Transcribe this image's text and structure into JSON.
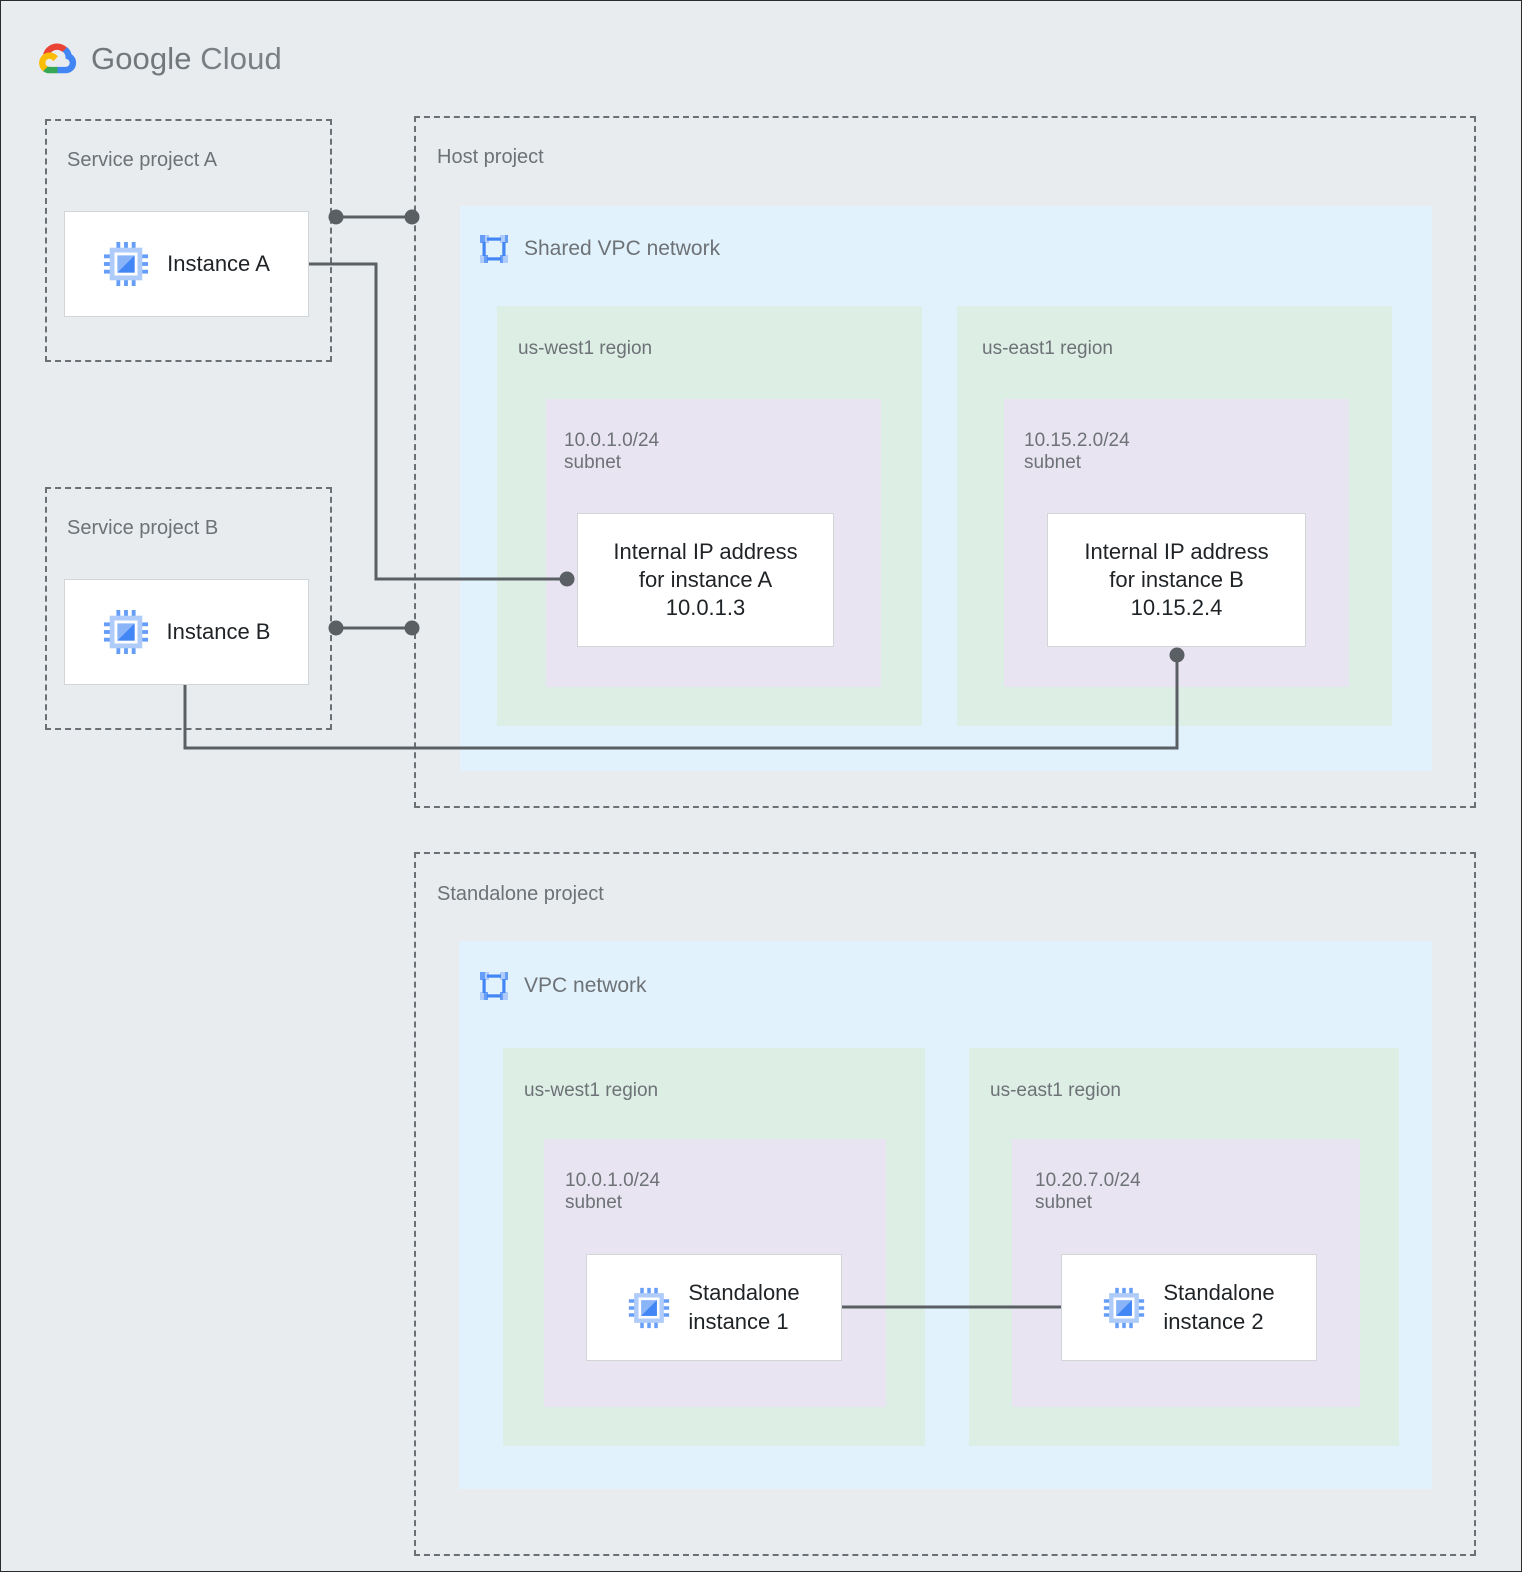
{
  "brand": {
    "name_bold": "Google",
    "name_light": "Cloud",
    "logo_icon": "google-cloud-logo",
    "colors": {
      "red": "#EA4335",
      "blue": "#4285F4",
      "yellow": "#FBBC05",
      "green": "#34A853",
      "text": "#7a7f83"
    }
  },
  "palette": {
    "canvas_bg": "#e8ecee",
    "vpc_bg": "#e2f2fc",
    "region_bg": "#ddeee5",
    "subnet_bg": "#e9e4f2",
    "node_bg": "#ffffff",
    "dashed_border": "#6b7075",
    "wire": "#5a5f64",
    "icon_blue": "#669df6",
    "label_text": "#6d7276",
    "node_text": "#1f2326"
  },
  "projects": {
    "service_a": {
      "label": "Service project A",
      "instance": {
        "name": "Instance A",
        "icon": "compute-instance-icon"
      }
    },
    "service_b": {
      "label": "Service project B",
      "instance": {
        "name": "Instance B",
        "icon": "compute-instance-icon"
      }
    },
    "host": {
      "label": "Host project",
      "network": {
        "title": "Shared VPC network",
        "icon": "vpc-network-icon",
        "regions": [
          {
            "label": "us-west1 region",
            "subnet": {
              "cidr_label": "10.0.1.0/24\nsubnet",
              "node": {
                "text": "Internal IP address\nfor instance A\n10.0.1.3",
                "line1": "Internal IP address",
                "line2": "for instance A",
                "ip": "10.0.1.3"
              }
            }
          },
          {
            "label": "us-east1 region",
            "subnet": {
              "cidr_label": "10.15.2.0/24\nsubnet",
              "node": {
                "text": "Internal IP address\nfor instance B\n10.15.2.4",
                "line1": "Internal IP address",
                "line2": "for instance B",
                "ip": "10.15.2.4"
              }
            }
          }
        ]
      }
    },
    "standalone": {
      "label": "Standalone project",
      "network": {
        "title": "VPC network",
        "icon": "vpc-network-icon",
        "regions": [
          {
            "label": "us-west1 region",
            "subnet": {
              "cidr_label": "10.0.1.0/24\nsubnet",
              "node": {
                "name": "Standalone\ninstance 1",
                "icon": "compute-instance-icon"
              }
            }
          },
          {
            "label": "us-east1 region",
            "subnet": {
              "cidr_label": "10.20.7.0/24\nsubnet",
              "node": {
                "name": "Standalone\ninstance 2",
                "icon": "compute-instance-icon"
              }
            }
          }
        ]
      }
    }
  },
  "connections": [
    {
      "name": "instance-a-to-host-boundary",
      "from": "Instance A",
      "to": "Host project boundary"
    },
    {
      "name": "instance-a-to-internal-ip-a",
      "from": "Instance A",
      "to": "Internal IP address for instance A"
    },
    {
      "name": "instance-b-to-host-boundary",
      "from": "Instance B",
      "to": "Host project boundary"
    },
    {
      "name": "instance-b-to-internal-ip-b",
      "from": "Instance B",
      "to": "Internal IP address for instance B"
    },
    {
      "name": "standalone-1-to-standalone-2",
      "from": "Standalone instance 1",
      "to": "Standalone instance 2"
    }
  ]
}
